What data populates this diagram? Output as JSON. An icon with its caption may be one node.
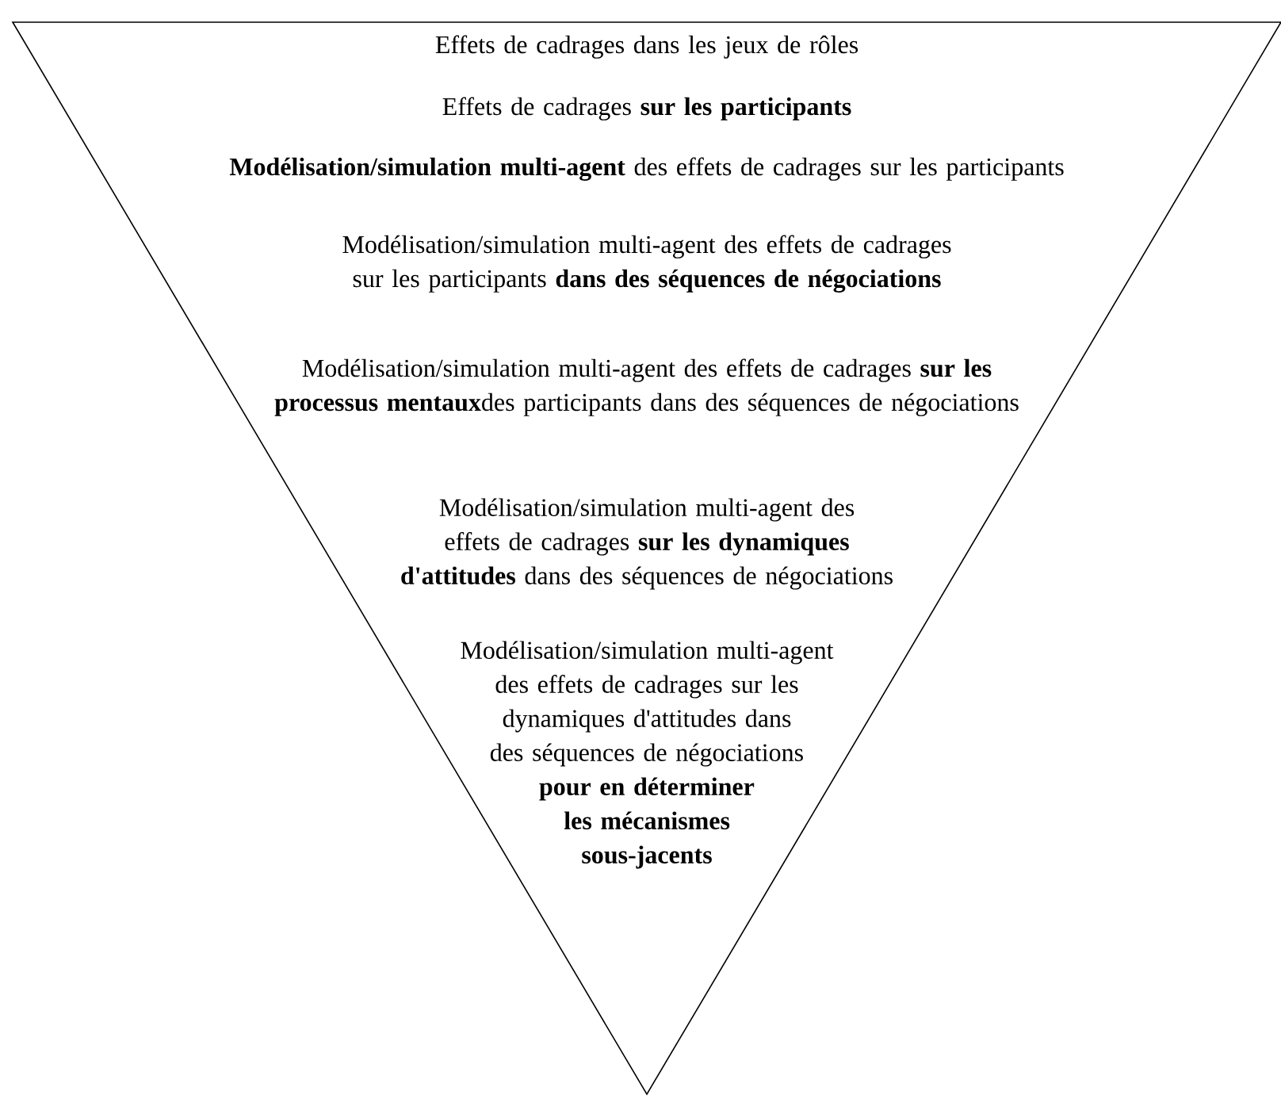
{
  "diagram": {
    "nodes": [
      {
        "text": [
          "Effets de cadrages dans les jeux de rôles",
          "Effets de cadrages **sur les participants**",
          "**Modélisation/simulation multi-agent** des effets de cadrages sur les participants",
          "Modélisation/simulation multi-agent des effets de cadrages sur les participants **dans des séquences de négociations**",
          "Modélisation/simulation multi-agent des effets de cadrages **sur les processus mentaux**des participants dans des séquences de négociations",
          "Modélisation/simulation multi-agent des effets de cadrages **sur les dynamiques d'attitudes** dans des séquences de négociations",
          "Modélisation/simulation multi-agent des effets de cadrages sur les dynamiques d'attitudes dans des séquences de négociations **pour en déterminer les mécanismes sous-jacents**"
        ]
      }
    ]
  }
}
